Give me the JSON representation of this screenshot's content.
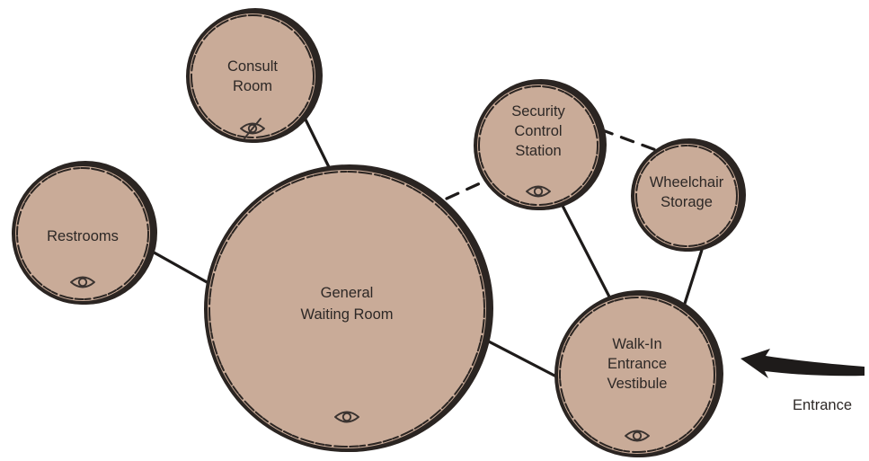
{
  "nodes": [
    {
      "id": "consult-room",
      "lines": [
        "Consult",
        "Room"
      ],
      "icon": "eye-slash-icon"
    },
    {
      "id": "restrooms",
      "lines": [
        "Restrooms"
      ],
      "icon": "eye-icon"
    },
    {
      "id": "general-waiting-room",
      "lines": [
        "General",
        "Waiting Room"
      ],
      "icon": "eye-icon"
    },
    {
      "id": "security-control-station",
      "lines": [
        "Security",
        "Control",
        "Station"
      ],
      "icon": "eye-icon"
    },
    {
      "id": "wheelchair-storage",
      "lines": [
        "Wheelchair",
        "Storage"
      ],
      "icon": null
    },
    {
      "id": "walk-in-entrance-vestibule",
      "lines": [
        "Walk-In",
        "Entrance",
        "Vestibule"
      ],
      "icon": "eye-icon"
    }
  ],
  "links": [
    {
      "from": "consult-room",
      "to": "general-waiting-room",
      "style": "solid"
    },
    {
      "from": "restrooms",
      "to": "general-waiting-room",
      "style": "solid"
    },
    {
      "from": "general-waiting-room",
      "to": "security-control-station",
      "style": "dashed"
    },
    {
      "from": "general-waiting-room",
      "to": "walk-in-entrance-vestibule",
      "style": "solid"
    },
    {
      "from": "security-control-station",
      "to": "wheelchair-storage",
      "style": "dashed"
    },
    {
      "from": "security-control-station",
      "to": "walk-in-entrance-vestibule",
      "style": "solid"
    },
    {
      "from": "wheelchair-storage",
      "to": "walk-in-entrance-vestibule",
      "style": "solid"
    }
  ],
  "entrance": {
    "label": "Entrance",
    "target": "walk-in-entrance-vestibule"
  },
  "colors": {
    "node_fill": "#c9ab98",
    "outline": "#2b2522",
    "line": "#1e1b1a",
    "text": "#2d2826"
  }
}
